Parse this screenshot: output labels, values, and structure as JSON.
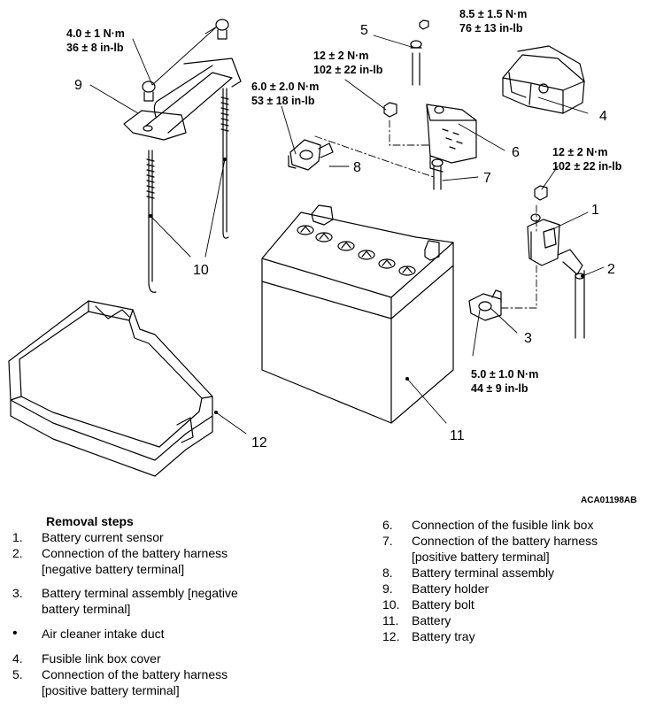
{
  "figure_code": "ACA01198AB",
  "callouts": {
    "c1": "1",
    "c2": "2",
    "c3": "3",
    "c4": "4",
    "c5": "5",
    "c6": "6",
    "c7": "7",
    "c8": "8",
    "c9": "9",
    "c10": "10",
    "c11": "11",
    "c12": "12"
  },
  "torques": {
    "holder_nut": {
      "metric": "4.0 ± 1 N·m",
      "imperial": "36 ± 8 in-lb"
    },
    "top_bolt": {
      "metric": "8.5 ± 1.5 N·m",
      "imperial": "76 ± 13 in-lb"
    },
    "fusible_nut": {
      "metric": "12 ± 2 N·m",
      "imperial": "102 ± 22 in-lb"
    },
    "pos_terminal": {
      "metric": "6.0 ± 2.0 N·m",
      "imperial": "53 ± 18 in-lb"
    },
    "sensor_nut": {
      "metric": "12 ± 2 N·m",
      "imperial": "102 ± 22 in-lb"
    },
    "neg_terminal": {
      "metric": "5.0 ± 1.0 N·m",
      "imperial": "44 ± 9 in-lb"
    }
  },
  "removal_steps": {
    "heading": "Removal steps",
    "left": [
      {
        "num": "1.",
        "lines": [
          "Battery current sensor"
        ]
      },
      {
        "num": "2.",
        "lines": [
          "Connection of the battery harness",
          "[negative battery terminal]"
        ]
      },
      {
        "num": "3.",
        "lines": [
          "Battery terminal assembly [negative",
          "battery terminal]"
        ]
      },
      {
        "num": "•",
        "lines": [
          "Air cleaner intake duct"
        ]
      },
      {
        "num": "4.",
        "lines": [
          "Fusible link box cover"
        ]
      },
      {
        "num": "5.",
        "lines": [
          "Connection of the battery harness",
          "[positive battery terminal]"
        ]
      }
    ],
    "right": [
      {
        "num": "6.",
        "lines": [
          "Connection of the fusible link box"
        ]
      },
      {
        "num": "7.",
        "lines": [
          "Connection of the battery harness",
          "[positive battery terminal]"
        ]
      },
      {
        "num": "8.",
        "lines": [
          "Battery terminal assembly"
        ]
      },
      {
        "num": "9.",
        "lines": [
          "Battery holder"
        ]
      },
      {
        "num": "10.",
        "lines": [
          "Battery bolt"
        ]
      },
      {
        "num": "11.",
        "lines": [
          "Battery"
        ]
      },
      {
        "num": "12.",
        "lines": [
          "Battery tray"
        ]
      }
    ]
  }
}
